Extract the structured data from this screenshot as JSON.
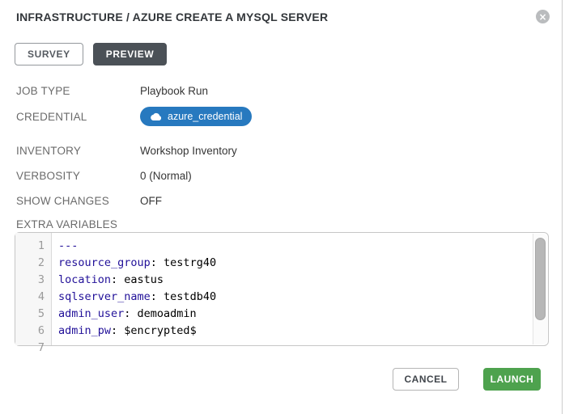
{
  "modal": {
    "title": "INFRASTRUCTURE / AZURE CREATE A MYSQL SERVER"
  },
  "tabs": [
    {
      "label": "SURVEY",
      "active": false
    },
    {
      "label": "PREVIEW",
      "active": true
    }
  ],
  "fields": [
    {
      "label": "JOB TYPE",
      "value": "Playbook Run",
      "type": "text"
    },
    {
      "label": "CREDENTIAL",
      "value": "azure_credential",
      "type": "badge",
      "icon": "cloud-icon"
    },
    {
      "label": "INVENTORY",
      "value": "Workshop Inventory",
      "type": "text"
    },
    {
      "label": "VERBOSITY",
      "value": "0 (Normal)",
      "type": "text"
    },
    {
      "label": "SHOW CHANGES",
      "value": "OFF",
      "type": "text"
    }
  ],
  "extra_variables": {
    "label": "EXTRA VARIABLES",
    "language": "yaml",
    "lines": [
      {
        "num": "1",
        "key": "---",
        "rest": ""
      },
      {
        "num": "2",
        "key": "resource_group",
        "rest": ": testrg40"
      },
      {
        "num": "3",
        "key": "location",
        "rest": ": eastus"
      },
      {
        "num": "4",
        "key": "sqlserver_name",
        "rest": ": testdb40"
      },
      {
        "num": "5",
        "key": "admin_user",
        "rest": ": demoadmin"
      },
      {
        "num": "6",
        "key": "admin_pw",
        "rest": ": $encrypted$"
      },
      {
        "num": "7",
        "key": "",
        "rest": ""
      }
    ]
  },
  "actions": {
    "cancel_label": "CANCEL",
    "launch_label": "LAUNCH"
  },
  "icons": {
    "close": "×"
  },
  "colors": {
    "badge_blue": "#2779bf",
    "launch_green": "#4ea24e",
    "tab_active_bg": "#4b5157",
    "yaml_key": "#221199"
  }
}
